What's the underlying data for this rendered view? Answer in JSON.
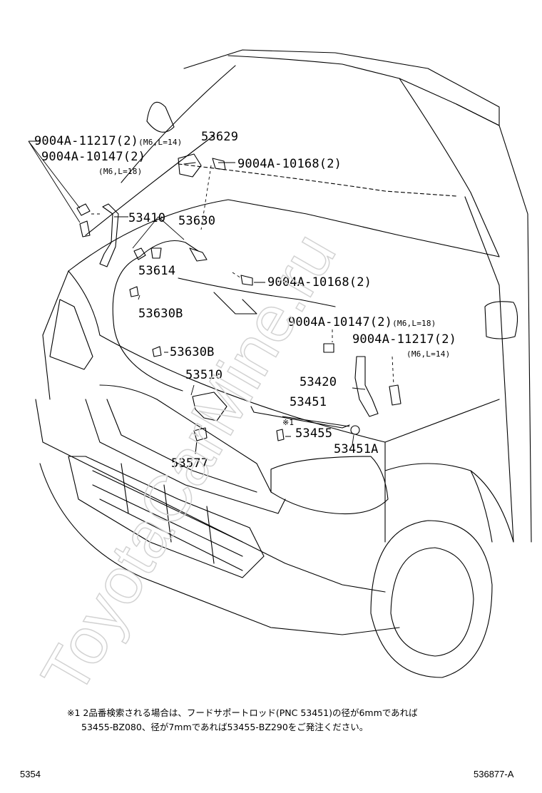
{
  "watermark": "ToyotaCarMine.ru",
  "callouts": {
    "bolt_left_1": "9004A-11217(2)",
    "bolt_left_1_spec": "(M6,L=14)",
    "bolt_left_2": "9004A-10147(2)",
    "bolt_left_2_spec": "(M6,L=18)",
    "part_53629": "53629",
    "bolt_top": "9004A-10168(2)",
    "part_53410": "53410",
    "part_53630": "53630",
    "part_53614": "53614",
    "bolt_mid": "9004A-10168(2)",
    "part_53630B_1": "53630B",
    "bolt_right_1": "9004A-10147(2)",
    "bolt_right_1_spec": "(M6,L=18)",
    "bolt_right_2": "9004A-11217(2)",
    "bolt_right_2_spec": "(M6,L=14)",
    "part_53630B_2": "53630B",
    "part_53510": "53510",
    "part_53420": "53420",
    "part_53451": "53451",
    "mark_note": "※1",
    "part_53455": "53455",
    "part_53577": "53577",
    "part_53451A": "53451A"
  },
  "note": {
    "line1": "※1 2品番検索される場合は、フードサポートロッド(PNC 53451)の径が6mmであれば",
    "line2": "53455-BZ080、径が7mmであれば53455-BZ290をご発注ください。"
  },
  "footer": {
    "left": "5354",
    "right": "536877-A"
  }
}
